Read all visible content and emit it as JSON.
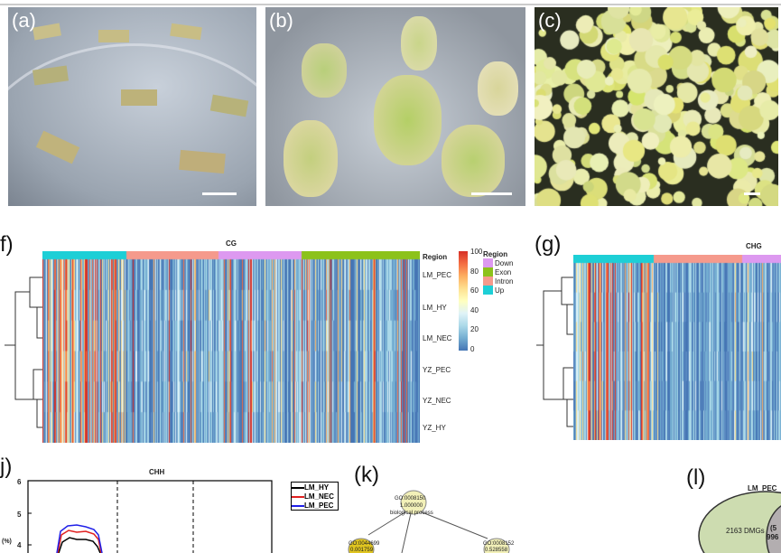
{
  "panels": {
    "a": {
      "label": "(a)"
    },
    "b": {
      "label": "(b)"
    },
    "c": {
      "label": "(c)"
    },
    "f": {
      "label": "f)",
      "title": "CG",
      "region_header": "Region",
      "rows": [
        "LM_PEC",
        "LM_HY",
        "LM_NEC",
        "YZ_PEC",
        "YZ_NEC",
        "YZ_HY"
      ]
    },
    "g": {
      "label": "(g)",
      "title": "CHG"
    },
    "j": {
      "label": "j)",
      "title": "CHH",
      "yticks": [
        "6",
        "5",
        "4"
      ],
      "yaxis_unit": "(%)",
      "legend": [
        "LM_HY",
        "LM_NEC",
        "LM_PEC"
      ]
    },
    "k": {
      "label": "(k)",
      "nodes": [
        {
          "id": "GO:0008150",
          "value": "1.000000",
          "name": "biological process"
        },
        {
          "id": "GO:0044699",
          "value": "0.001759"
        },
        {
          "id": "GO:0008152",
          "value": "0.528558"
        }
      ]
    },
    "l": {
      "label": "(l)",
      "set_title": "LM_PEC",
      "count": "2163 DMGs",
      "overlap_partial": "(5",
      "overlap_partial2": "996"
    }
  },
  "colorbar": {
    "ticks": [
      "100",
      "80",
      "60",
      "40",
      "20",
      "0"
    ]
  },
  "region_legend": {
    "title": "Region",
    "items": [
      {
        "label": "Down",
        "color": "#dd99f0"
      },
      {
        "label": "Exon",
        "color": "#8cc21a"
      },
      {
        "label": "Intron",
        "color": "#f59a8c"
      },
      {
        "label": "Up",
        "color": "#1dcfd6"
      }
    ]
  },
  "series_colors": {
    "LM_HY": "#000000",
    "LM_NEC": "#e02020",
    "LM_PEC": "#2020e8"
  }
}
